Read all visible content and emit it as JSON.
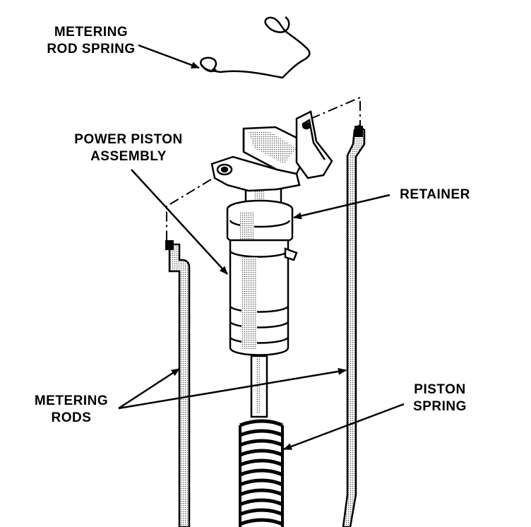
{
  "labels": {
    "metering_rod_spring": {
      "line1": "METERING",
      "line2": "ROD SPRING"
    },
    "power_piston_assembly": {
      "line1": "POWER PISTON",
      "line2": "ASSEMBLY"
    },
    "retainer": {
      "line1": "RETAINER"
    },
    "metering_rods": {
      "line1": "METERING",
      "line2": "RODS"
    },
    "piston_spring": {
      "line1": "PISTON",
      "line2": "SPRING"
    }
  },
  "colors": {
    "ink": "#000000",
    "paper": "#ffffff",
    "shade": "#9a9a9a"
  }
}
